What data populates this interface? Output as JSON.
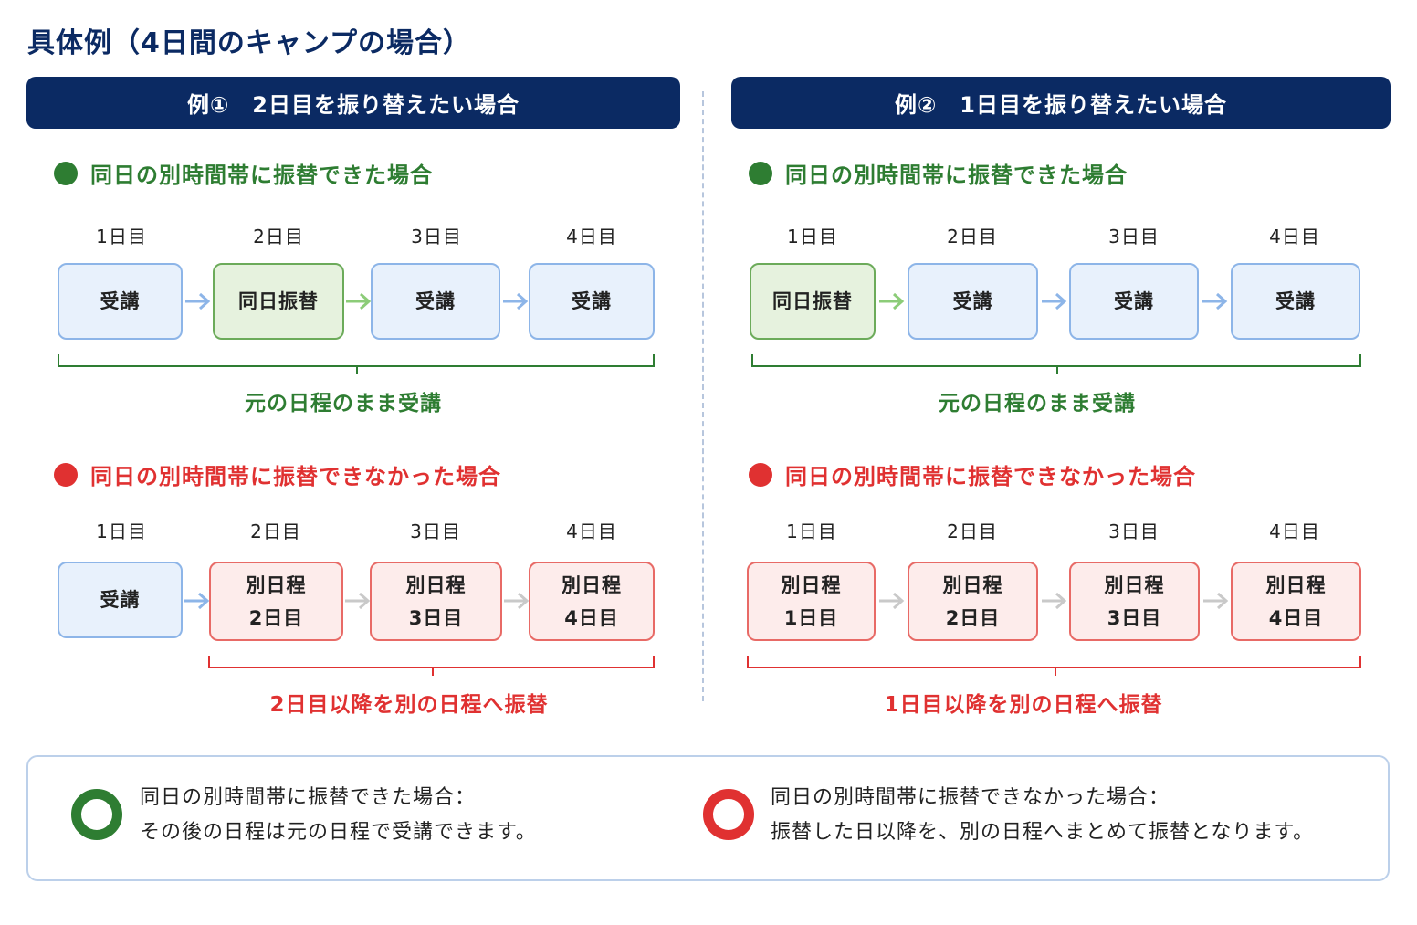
{
  "page_title": "具体例（4日間のキャンプの場合）",
  "colors": {
    "navy": "#0b2a63",
    "green": "#2e7d32",
    "red": "#e03131",
    "blue_box": "#e8f1fc",
    "green_box": "#e6f2de",
    "red_box": "#fdeceb"
  },
  "example1": {
    "header": "例①　2日目を振り替えたい場合",
    "success": {
      "heading": "同日の別時間帯に振替できた場合",
      "days": [
        "1日目",
        "2日目",
        "3日目",
        "4日目"
      ],
      "boxes": [
        "受講",
        "同日振替",
        "受講",
        "受講"
      ],
      "caption": "元の日程のまま受講"
    },
    "fail": {
      "heading": "同日の別時間帯に振替できなかった場合",
      "days": [
        "1日目",
        "2日目",
        "3日目",
        "4日目"
      ],
      "boxes": [
        {
          "line1": "受講",
          "line2": ""
        },
        {
          "line1": "別日程",
          "line2": "2日目"
        },
        {
          "line1": "別日程",
          "line2": "3日目"
        },
        {
          "line1": "別日程",
          "line2": "4日目"
        }
      ],
      "caption": "2日目以降を別の日程へ振替"
    }
  },
  "example2": {
    "header": "例②　1日目を振り替えたい場合",
    "success": {
      "heading": "同日の別時間帯に振替できた場合",
      "days": [
        "1日目",
        "2日目",
        "3日目",
        "4日目"
      ],
      "boxes": [
        "同日振替",
        "受講",
        "受講",
        "受講"
      ],
      "caption": "元の日程のまま受講"
    },
    "fail": {
      "heading": "同日の別時間帯に振替できなかった場合",
      "days": [
        "1日目",
        "2日目",
        "3日目",
        "4日目"
      ],
      "boxes": [
        {
          "line1": "別日程",
          "line2": "1日目"
        },
        {
          "line1": "別日程",
          "line2": "2日目"
        },
        {
          "line1": "別日程",
          "line2": "3日目"
        },
        {
          "line1": "別日程",
          "line2": "4日目"
        }
      ],
      "caption": "1日目以降を別の日程へ振替"
    }
  },
  "legend": {
    "success": {
      "icon": "green-ring-icon",
      "title": "同日の別時間帯に振替できた場合：",
      "text": "その後の日程は元の日程で受講できます。"
    },
    "fail": {
      "icon": "red-ring-icon",
      "title": "同日の別時間帯に振替できなかった場合：",
      "text": "振替した日以降を、別の日程へまとめて振替となります。"
    }
  }
}
